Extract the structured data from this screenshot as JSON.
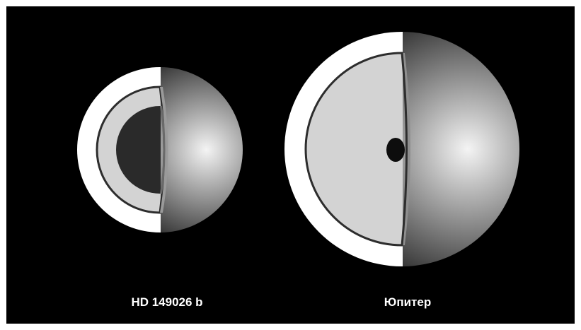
{
  "planets": [
    {
      "name": "HD 149026 b",
      "layers": [
        "outer-envelope",
        "mantle",
        "core"
      ]
    },
    {
      "name": "Юпитер",
      "layers": [
        "outer-envelope",
        "mantle",
        "core"
      ]
    }
  ],
  "colors": {
    "background": "#000000",
    "envelope": "#ffffff",
    "mantle": "#d3d3d3",
    "core": "#2a2a2a",
    "outline": "#2d2d2d",
    "text": "#ffffff"
  }
}
